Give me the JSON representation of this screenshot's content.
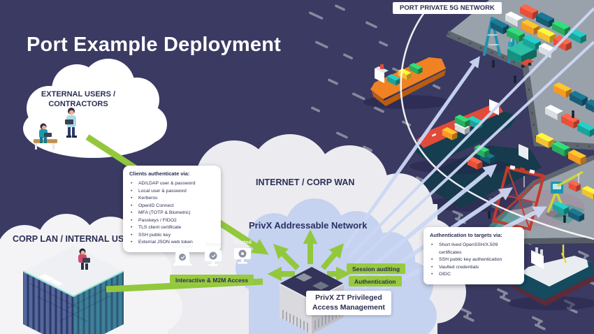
{
  "title": "Port Example Deployment",
  "port": {
    "label": "PORT PRIVATE 5G NETWORK"
  },
  "clouds": {
    "external": {
      "line1": "EXTERNAL USERS /",
      "line2": "CONTRACTORS"
    },
    "internet": {
      "label": "INTERNET / CORP WAN"
    },
    "privx": {
      "label": "PrivX Addressable Network"
    },
    "corp": {
      "label": "CORP LAN / INTERNAL USERS"
    }
  },
  "client_auth": {
    "title": "Clients authenticate via:",
    "items": [
      "AD/LDAP user & password",
      "Local user & password",
      "Kerberos",
      "OpenID Connect",
      "MFA (TOTP & Biometric)",
      "Passkeys / FIDO2",
      "TLS client certificate",
      "SSH public key",
      "External JSON web token"
    ]
  },
  "target_auth": {
    "title": "Authentication to targets via:",
    "items": [
      "Short lived OpenSSH/X.509 certificates",
      "SSH public key authentication",
      "Vaulted credentials",
      "OIDC"
    ]
  },
  "access_methods": {
    "browser": "Browser",
    "native": "Native",
    "routed": "Routed"
  },
  "flow_labels": {
    "interactive": "Interactive & M2M Access",
    "session": "Session auditing",
    "authentication": "Authentication"
  },
  "pam": {
    "line1": "PrivX ZT Privileged",
    "line2": "Access Management"
  },
  "colors": {
    "background": "#3a3a62",
    "accent_green": "#97ca3e",
    "arrow_blue": "#ccd8f5",
    "text_dark": "#2b2e55",
    "cloud_white": "#ffffff",
    "cloud_gray": "#ececf0",
    "cloud_blue": "#c5d2f0"
  }
}
